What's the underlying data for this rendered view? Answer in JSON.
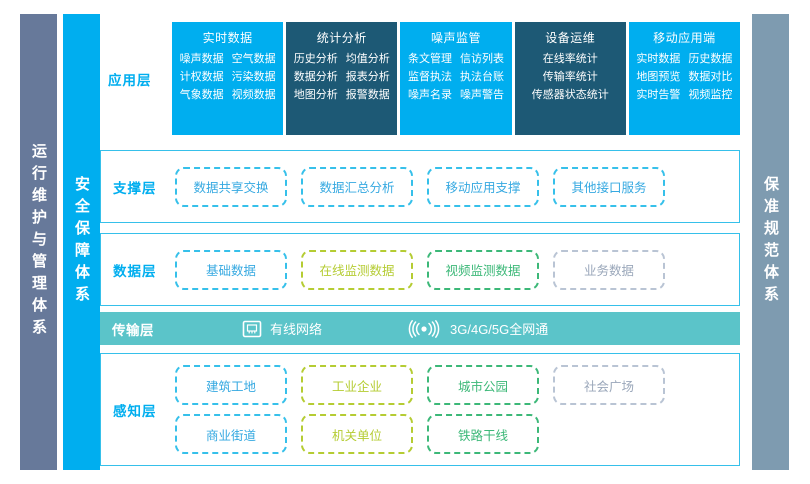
{
  "sidebars": {
    "left_outer": {
      "label": "运行维护与管理体系",
      "color": "#67799a"
    },
    "left_inner": {
      "label": "安全保障体系",
      "color": "#00aeef"
    },
    "right": {
      "label": "保准规范体系",
      "color": "#7e9bb0"
    }
  },
  "layers": {
    "application": {
      "label": "应用层",
      "columns": [
        {
          "title": "实时数据",
          "tone": "light",
          "layout": "two",
          "items": [
            "噪声数据",
            "空气数据",
            "计权数据",
            "污染数据",
            "气象数据",
            "视频数据"
          ]
        },
        {
          "title": "统计分析",
          "tone": "dark",
          "layout": "two",
          "items": [
            "历史分析",
            "均值分析",
            "数据分析",
            "报表分析",
            "地图分析",
            "报警数据"
          ]
        },
        {
          "title": "噪声监管",
          "tone": "light",
          "layout": "two",
          "items": [
            "条文管理",
            "信访列表",
            "监督执法",
            "执法台账",
            "噪声名录",
            "噪声警告"
          ]
        },
        {
          "title": "设备运维",
          "tone": "dark",
          "layout": "one",
          "items": [
            "在线率统计",
            "传输率统计",
            "传感器状态统计"
          ]
        },
        {
          "title": "移动应用端",
          "tone": "light",
          "layout": "two",
          "items": [
            "实时数据",
            "历史数据",
            "地图预览",
            "数据对比",
            "实时告警",
            "视频监控"
          ]
        }
      ]
    },
    "support": {
      "label": "支撑层",
      "chips": [
        {
          "text": "数据共享交换",
          "tone": "blue"
        },
        {
          "text": "数据汇总分析",
          "tone": "blue"
        },
        {
          "text": "移动应用支撑",
          "tone": "blue"
        },
        {
          "text": "其他接口服务",
          "tone": "blue"
        }
      ]
    },
    "data": {
      "label": "数据层",
      "chips": [
        {
          "text": "基础数据",
          "tone": "blue"
        },
        {
          "text": "在线监测数据",
          "tone": "olive"
        },
        {
          "text": "视频监测数据",
          "tone": "green"
        },
        {
          "text": "业务数据",
          "tone": "gray"
        }
      ]
    },
    "transmission": {
      "label": "传输层",
      "background": "#5bc4c9",
      "items": [
        {
          "icon": "ethernet-port-icon",
          "text": "有线网络"
        },
        {
          "icon": "wireless-signal-icon",
          "text": "3G/4G/5G全网通"
        }
      ]
    },
    "perception": {
      "label": "感知层",
      "rows": [
        [
          {
            "text": "建筑工地",
            "tone": "blue"
          },
          {
            "text": "工业企业",
            "tone": "olive"
          },
          {
            "text": "城市公园",
            "tone": "green"
          },
          {
            "text": "社会广场",
            "tone": "gray"
          }
        ],
        [
          {
            "text": "商业街道",
            "tone": "blue"
          },
          {
            "text": "机关单位",
            "tone": "olive"
          },
          {
            "text": "铁路干线",
            "tone": "green"
          }
        ]
      ]
    }
  },
  "colors": {
    "accent_blue": "#00aeef",
    "dark_navy": "#1d5975",
    "teal": "#5bc4c9",
    "olive": "#b5cc33",
    "green": "#3cb878",
    "gray": "#b9c4d4",
    "slate": "#67799a",
    "slate_light": "#7e9bb0"
  }
}
